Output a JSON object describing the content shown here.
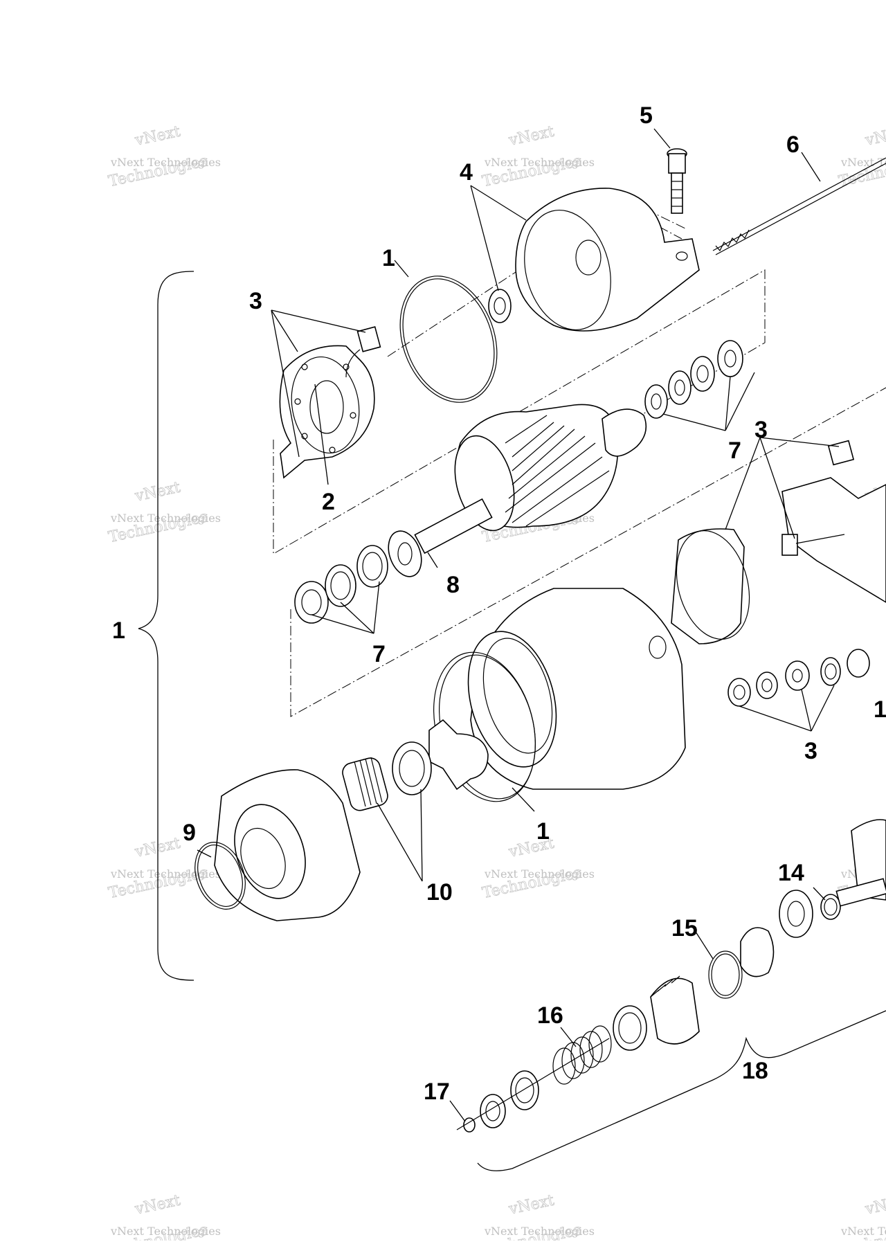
{
  "diagram": {
    "callouts": {
      "c1_left": "1",
      "c1_oring_top": "1",
      "c1_oring_bottom": "1",
      "c1_right_partial": "1",
      "c2": "2",
      "c3_left": "3",
      "c3_right": "3",
      "c3_bottom": "3",
      "c4": "4",
      "c5": "5",
      "c6": "6",
      "c7_upper": "7",
      "c7_lower": "7",
      "c8": "8",
      "c9": "9",
      "c10": "10",
      "c14": "14",
      "c15": "15",
      "c16": "16",
      "c17": "17",
      "c18": "18"
    },
    "watermark": {
      "line1": "vNext Technologies",
      "line2": "Technologies",
      "line3": "vNext"
    }
  }
}
